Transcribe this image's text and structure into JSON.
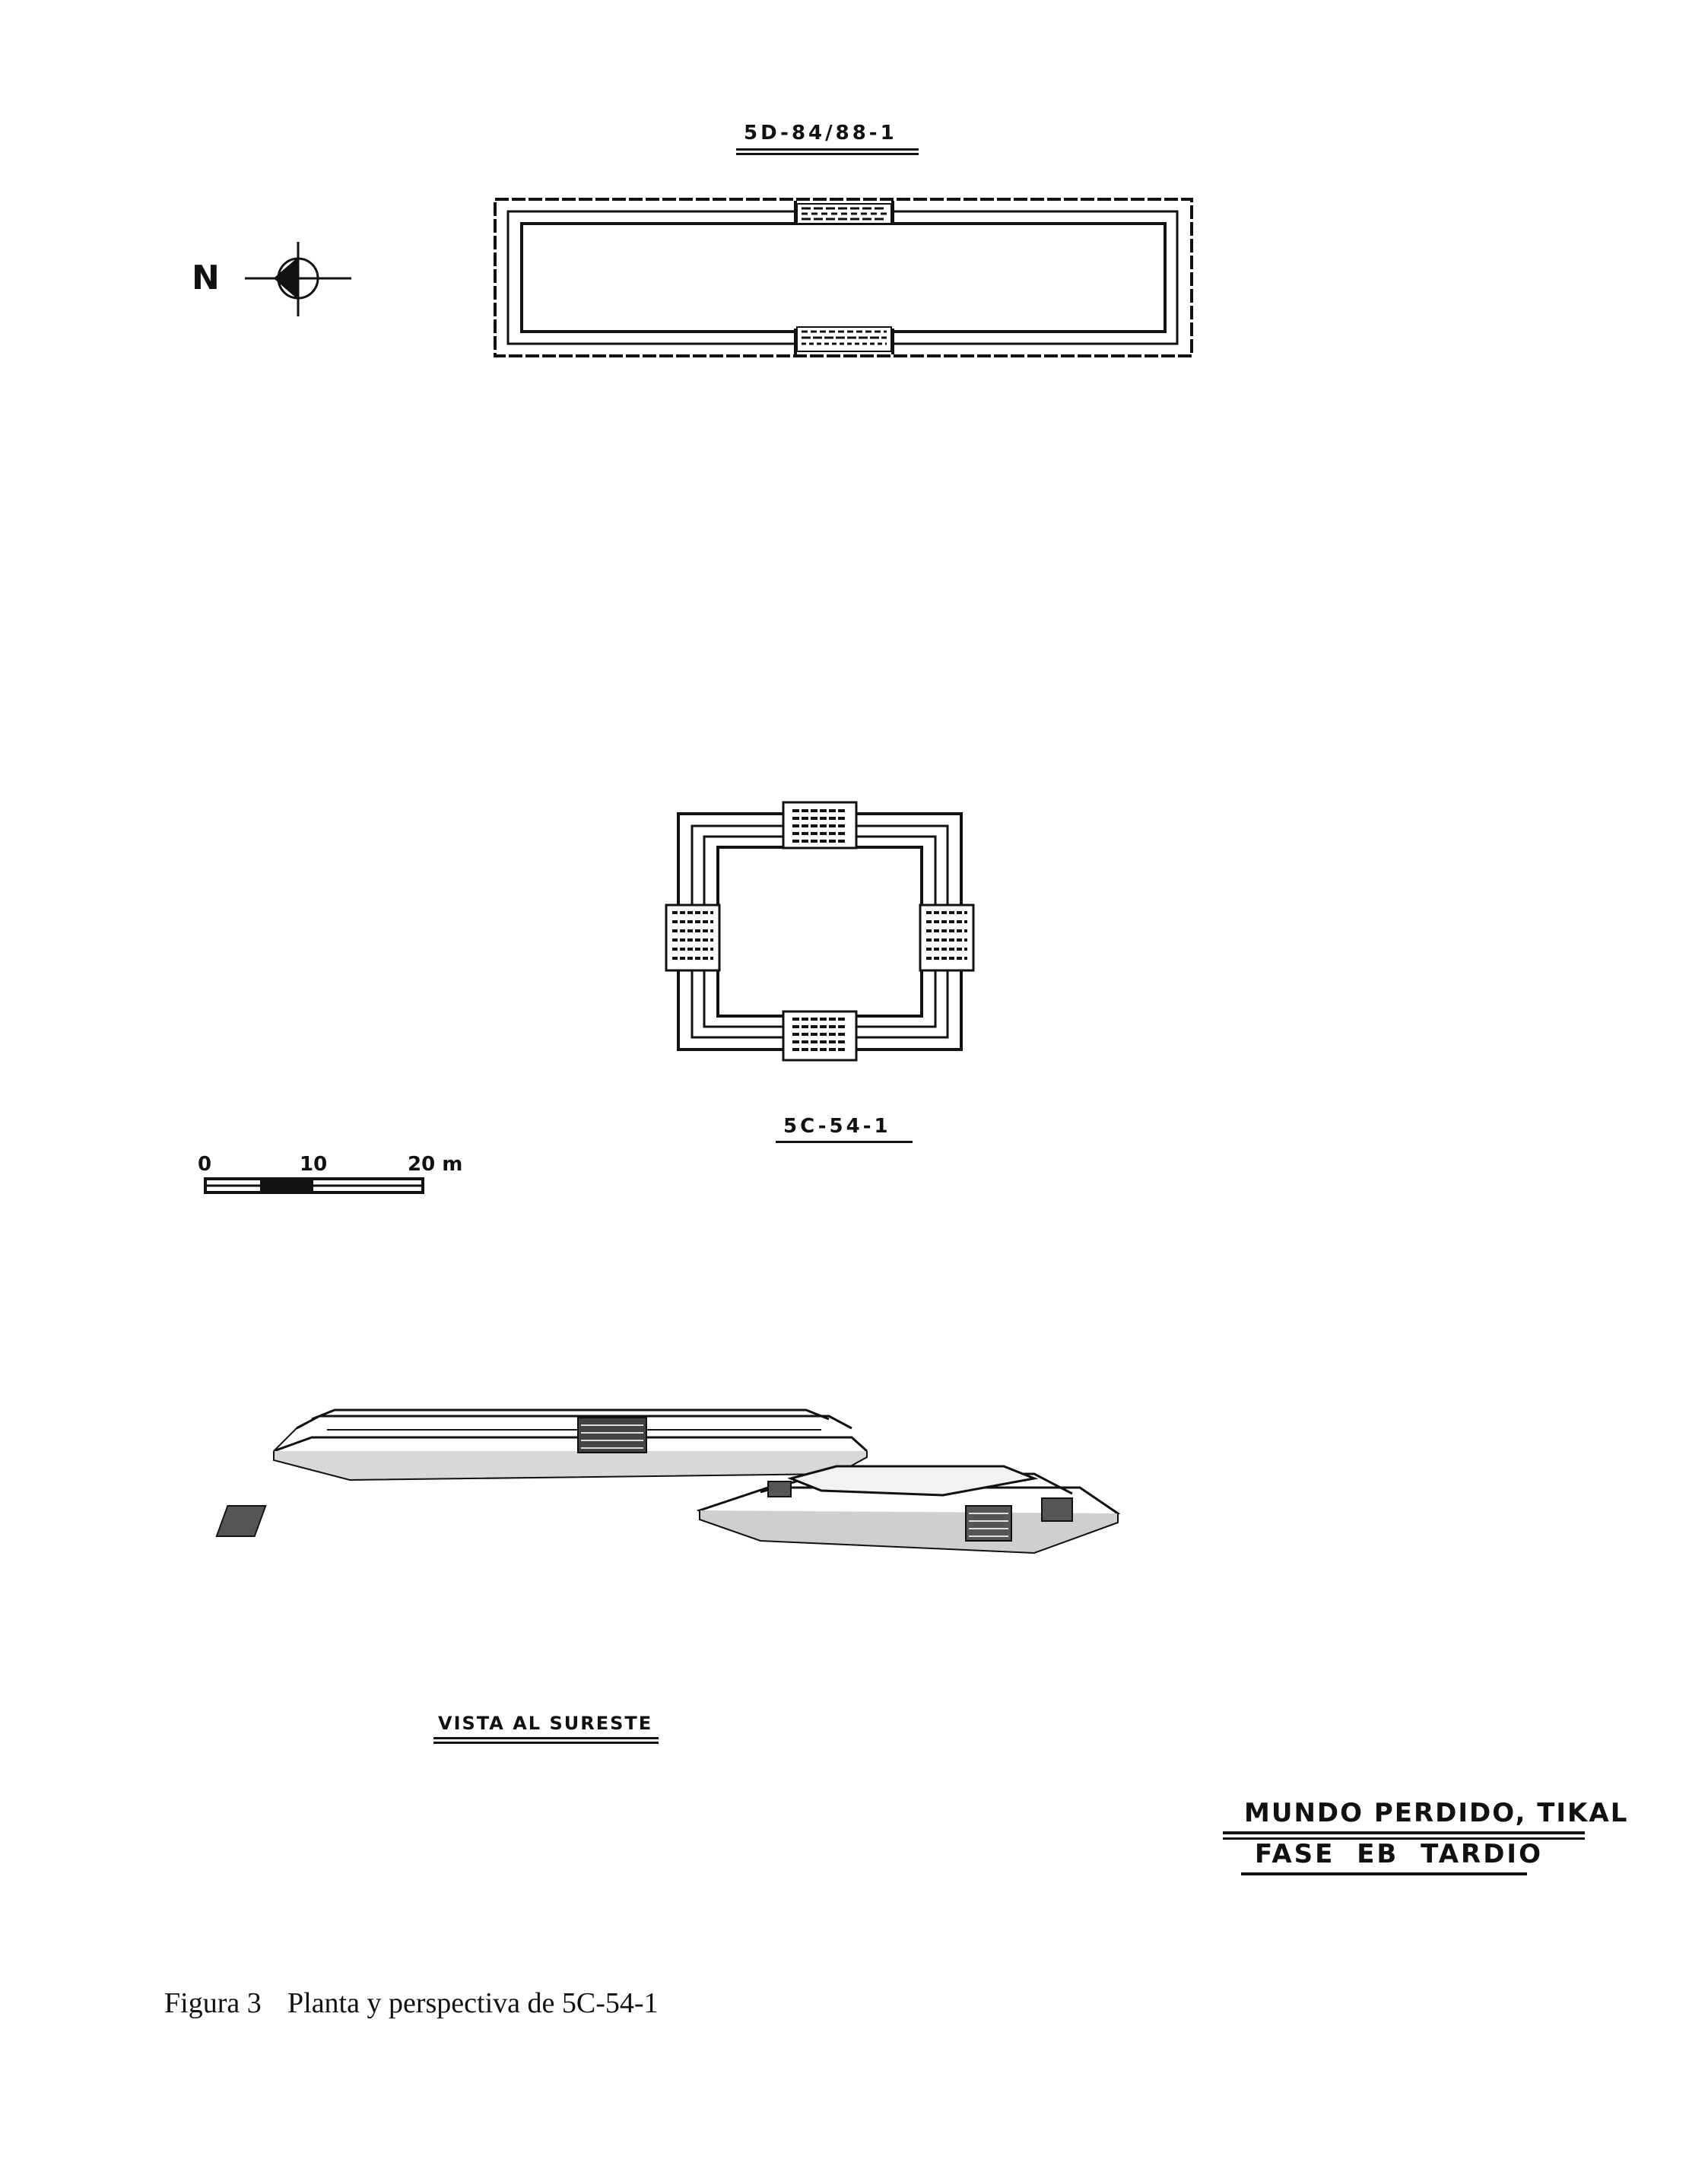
{
  "plan_top": {
    "label": "5D-84/88-1"
  },
  "north": {
    "letter": "N",
    "icon": "north-arrow-icon"
  },
  "plan_square": {
    "label": "5C-54-1"
  },
  "scale_bar": {
    "tick_0": "0",
    "tick_10": "10",
    "tick_20": "20 m"
  },
  "perspective": {
    "label": "VISTA AL SURESTE"
  },
  "title_block": {
    "line1": "MUNDO PERDIDO, TIKAL",
    "line2": "FASE EB TARDIO"
  },
  "figure_caption": {
    "number": "Figura 3",
    "text": "Planta y perspectiva de 5C-54-1"
  }
}
